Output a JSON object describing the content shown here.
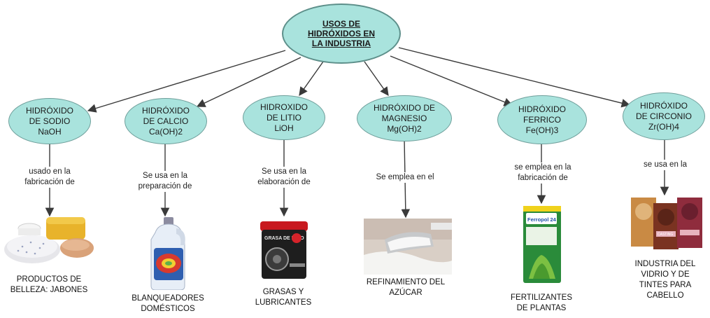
{
  "root": {
    "label": "USOS DE\nHIDRÓXIDOS EN\nLA INDUSTRIA"
  },
  "nodes": [
    {
      "label": "HIDRÓXIDO\nDE SODIO\nNaOH",
      "connector": "usado en la\nfabricación de",
      "result": "PRODUCTOS DE\nBELLEZA: JABONES",
      "picture": "soap-bars-and-powder"
    },
    {
      "label": "HIDRÓXIDO\nDE CALCIO\nCa(OH)2",
      "connector": "Se usa en la\npreparación de",
      "result": "BLANQUEADORES\nDOMÉSTICOS",
      "picture": "bleach-bottle"
    },
    {
      "label": "HIDROXIDO\nDE LITIO\nLiOH",
      "connector": "Se usa en la\nelaboración de",
      "result": "GRASAS Y\nLUBRICANTES",
      "picture": "grease-tub",
      "picture_text": "GRASA DE LITIO"
    },
    {
      "label": "HIDRÓXIDO DE\nMAGNESIO\nMg(OH)2",
      "connector": "Se emplea en el",
      "result": "REFINAMIENTO DEL\nAZÚCAR",
      "picture": "sugar-scoop"
    },
    {
      "label": "HIDRÓXIDO\nFERRICO\nFe(OH)3",
      "connector": "se emplea en la\nfabricación de",
      "result": "FERTILIZANTES\nDE PLANTAS",
      "picture": "fertilizer-box",
      "picture_text": "Ferropol 24"
    },
    {
      "label": "HIDRÓXIDO\nDE CIRCONIO\nZr(OH)4",
      "connector": "se usa en la",
      "result": "INDUSTRIA DEL\nVIDRIO Y DE\nTINTES PARA\nCABELLO",
      "picture": "hair-dye-boxes",
      "picture_text": "CASTING"
    }
  ],
  "colors": {
    "node_fill": "#a9e3dd",
    "node_border": "#6f9f9b",
    "line": "#3a3a3a"
  }
}
